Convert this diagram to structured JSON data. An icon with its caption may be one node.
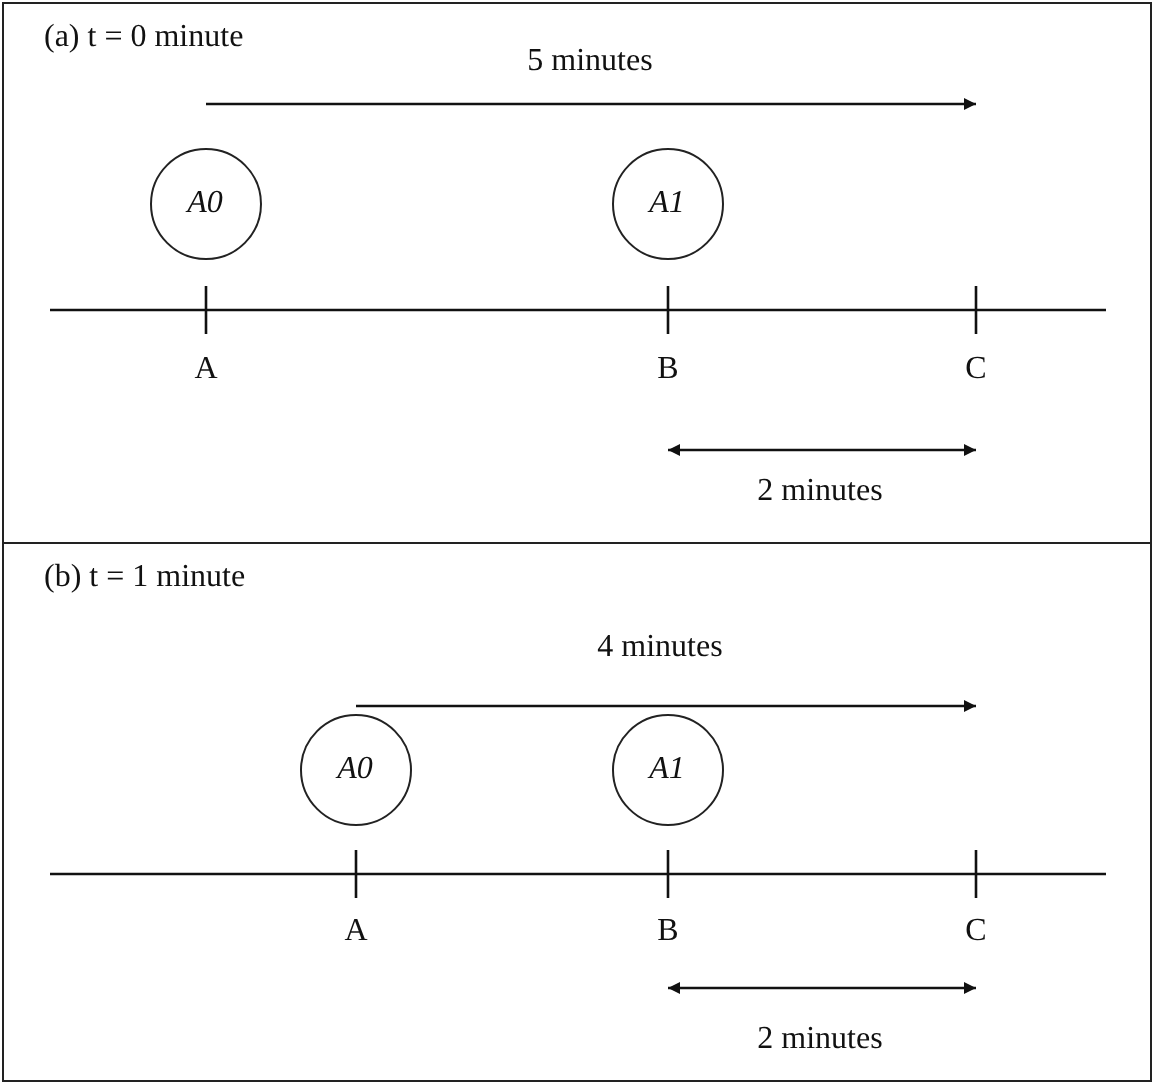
{
  "diagram": {
    "nodes": [
      {
        "text": [
          "(a) t = 0 minute"
        ]
      },
      {
        "text": [
          "A0"
        ],
        "in": 0
      },
      {
        "text": [
          "A1"
        ],
        "in": 0
      },
      {
        "text": [
          "(b) t = 1 minute"
        ]
      },
      {
        "text": [
          "A0"
        ],
        "in": 3
      },
      {
        "text": [
          "A1"
        ],
        "in": 3
      }
    ],
    "edges": [],
    "labels": [
      "5 minutes",
      "A",
      "B",
      "C",
      "2 minutes",
      "4 minutes",
      "A",
      "B",
      "C",
      "2 minutes"
    ]
  }
}
